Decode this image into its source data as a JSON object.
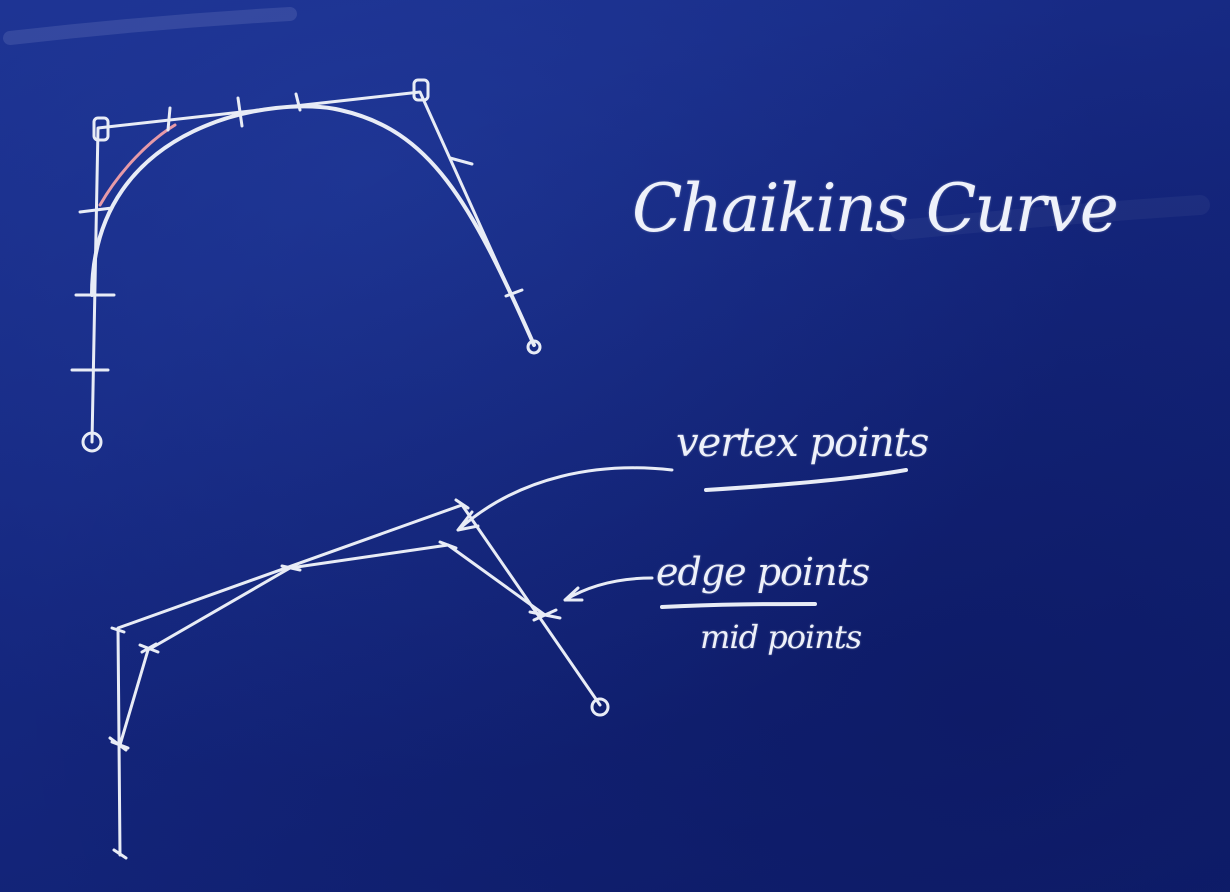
{
  "board": {
    "title": "Chaikins Curve",
    "labels": {
      "vertex_points": "vertex points",
      "edge_points": "edge points",
      "midpoints": "mid points"
    }
  },
  "colors": {
    "board_blue": "#15277f",
    "chalk_white": "#e8ecf6",
    "chalk_pink": "#e79aa8"
  }
}
